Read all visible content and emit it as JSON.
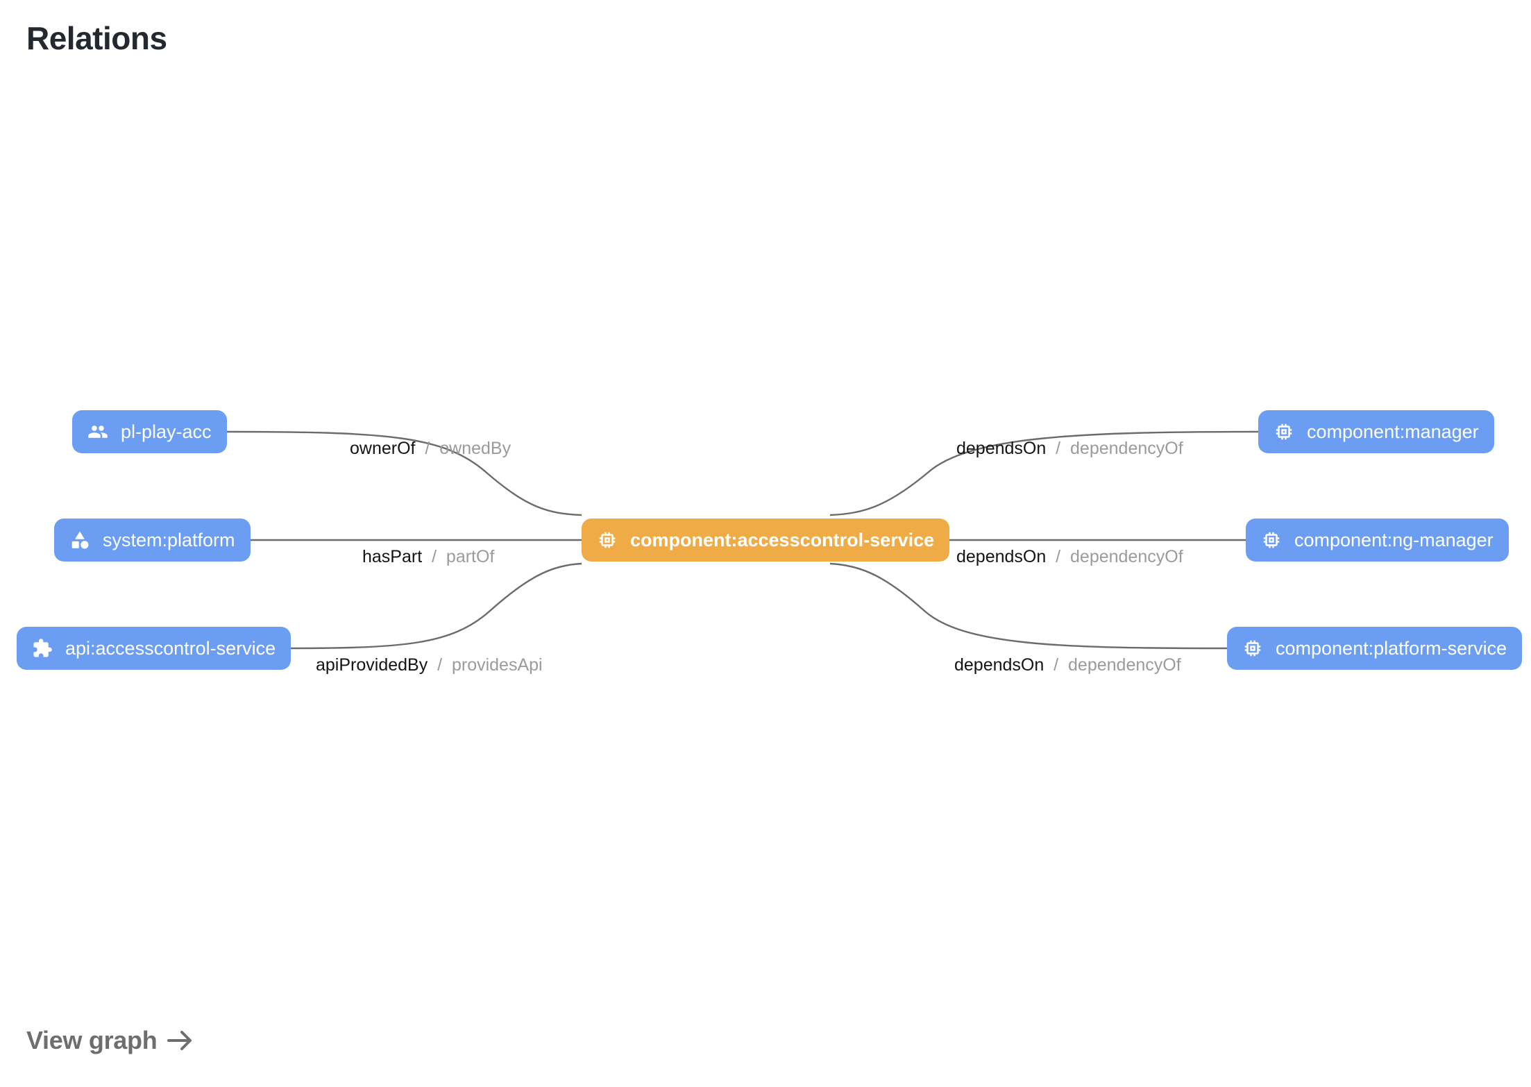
{
  "header": {
    "title": "Relations"
  },
  "footer": {
    "view_graph_label": "View graph",
    "view_graph_icon": "arrow-right-icon"
  },
  "colors": {
    "node_blue": "#6b9ef3",
    "node_orange": "#eeab46",
    "edge_stroke": "#6b6b6b",
    "label_forward": "#141414",
    "label_reverse": "#9b9b9b",
    "title": "#24292f",
    "footer_link": "#6e6e6e",
    "background": "#ffffff"
  },
  "graph": {
    "focus_node": {
      "id": "component:accesscontrol-service",
      "label": "component:accesscontrol-service",
      "icon": "memory-chip-icon",
      "kind": "component",
      "highlighted": true
    },
    "nodes": [
      {
        "id": "pl-play-acc",
        "label": "pl-play-acc",
        "icon": "group-people-icon",
        "kind": "group",
        "side": "left",
        "row": 0,
        "highlighted": false
      },
      {
        "id": "system:platform",
        "label": "system:platform",
        "icon": "category-shapes-icon",
        "kind": "system",
        "side": "left",
        "row": 1,
        "highlighted": false
      },
      {
        "id": "api:accesscontrol-service",
        "label": "api:accesscontrol-service",
        "icon": "puzzle-extension-icon",
        "kind": "api",
        "side": "left",
        "row": 2,
        "highlighted": false
      },
      {
        "id": "component:manager",
        "label": "component:manager",
        "icon": "memory-chip-icon",
        "kind": "component",
        "side": "right",
        "row": 0,
        "highlighted": false
      },
      {
        "id": "component:ng-manager",
        "label": "component:ng-manager",
        "icon": "memory-chip-icon",
        "kind": "component",
        "side": "right",
        "row": 1,
        "highlighted": false
      },
      {
        "id": "component:platform-service",
        "label": "component:platform-service",
        "icon": "memory-chip-icon",
        "kind": "component",
        "side": "right",
        "row": 2,
        "highlighted": false
      }
    ],
    "edges": [
      {
        "from": "pl-play-acc",
        "to": "component:accesscontrol-service",
        "forward": "ownerOf",
        "separator": "/",
        "reverse": "ownedBy"
      },
      {
        "from": "system:platform",
        "to": "component:accesscontrol-service",
        "forward": "hasPart",
        "separator": "/",
        "reverse": "partOf"
      },
      {
        "from": "api:accesscontrol-service",
        "to": "component:accesscontrol-service",
        "forward": "apiProvidedBy",
        "separator": "/",
        "reverse": "providesApi"
      },
      {
        "from": "component:accesscontrol-service",
        "to": "component:manager",
        "forward": "dependsOn",
        "separator": "/",
        "reverse": "dependencyOf"
      },
      {
        "from": "component:accesscontrol-service",
        "to": "component:ng-manager",
        "forward": "dependsOn",
        "separator": "/",
        "reverse": "dependencyOf"
      },
      {
        "from": "component:accesscontrol-service",
        "to": "component:platform-service",
        "forward": "dependsOn",
        "separator": "/",
        "reverse": "dependencyOf"
      }
    ]
  }
}
